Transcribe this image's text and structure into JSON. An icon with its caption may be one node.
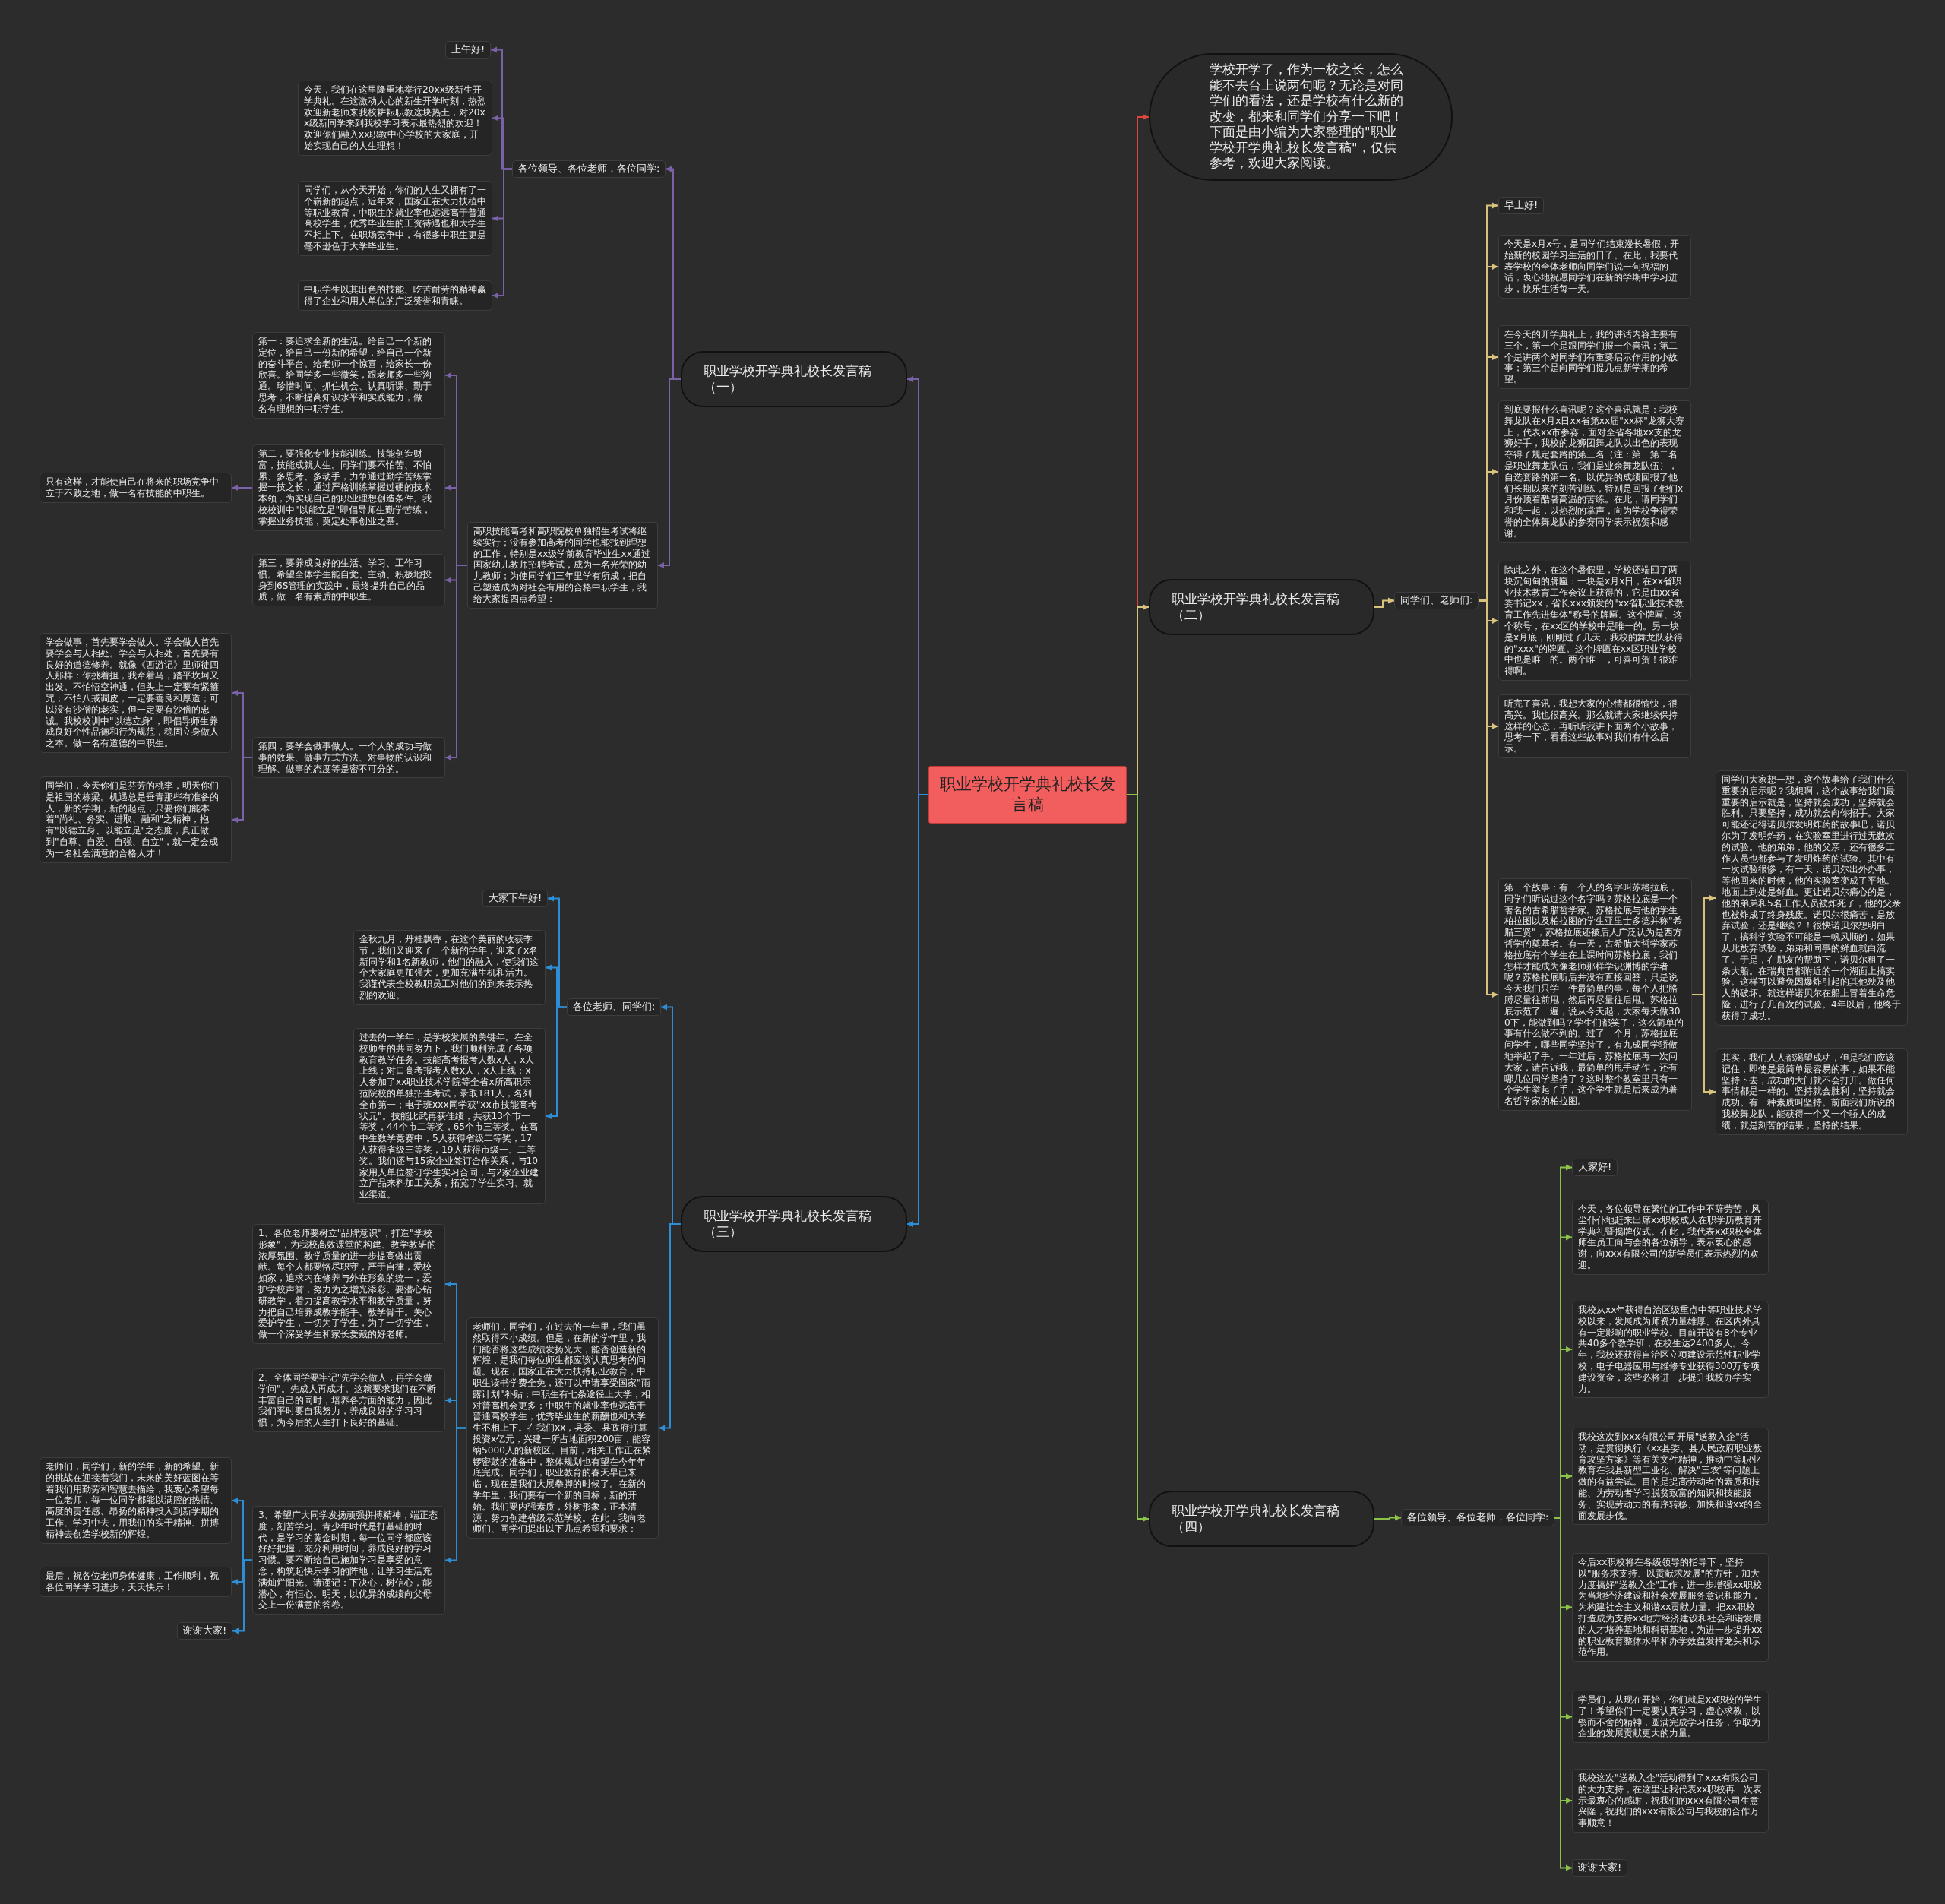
{
  "diagram": {
    "nodes": [
      {
        "text": [
          "职业学校开学典礼校长发言稿"
        ]
      },
      {
        "text": [
          "学校开学了，作为一校之长，怎么能不去台上说两句呢？无论是对同学们的看法，还是学校有什么新的改变，都来和同学们分享一下吧！下面是由小编为大家整理的\"职业学校开学典礼校长发言稿\"，仅供参考，欢迎大家阅读。"
        ]
      },
      {
        "text": [
          "职业学校开学典礼校长发言稿（一）"
        ]
      },
      {
        "text": [
          "各位领导、各位老师，各位同学:"
        ]
      },
      {
        "text": [
          "上午好!"
        ]
      },
      {
        "text": [
          "今天，我们在这里隆重地举行20xx级新生开学典礼。在这激动人心的新生开学时刻，热烈欢迎新老师来我校耕耘职教这块热土，对20xx级新同学来到我校学习表示最热烈的欢迎！欢迎你们融入xx职教中心学校的大家庭，开始实现自己的人生理想！"
        ]
      },
      {
        "text": [
          "同学们，从今天开始，你们的人生又拥有了一个崭新的起点，近年来，国家正在大力扶植中等职业教育，中职生的就业率也远远高于普通高校学生，优秀毕业生的工资待遇也和大学生不相上下。在职场竞争中，有很多中职生更是毫不逊色于大学毕业生。"
        ]
      },
      {
        "text": [
          "中职学生以其出色的技能、吃苦耐劳的精神赢得了企业和用人单位的广泛赞誉和青睐。"
        ]
      },
      {
        "text": [
          "高职技能高考和高职院校单独招生考试将继续实行；没有参加高考的同学也能找到理想的工作，特别是xx级学前教育毕业生xx通过国家幼儿教师招聘考试，成为一名光荣的幼儿教师；为使同学们三年里学有所成，把自己塑造成为对社会有用的合格中职学生，我给大家提四点希望："
        ]
      },
      {
        "text": [
          "第一：要追求全新的生活。给自己一个新的定位，给自己一份新的希望，给自己一个新的奋斗平台。给老师一个惊喜，给家长一份欣喜。给同学多一些微笑，跟老师多一些沟通。珍惜时间、抓住机会、认真听课、勤于思考，不断提高知识水平和实践能力，做一名有理想的中职学生。"
        ]
      },
      {
        "text": [
          "第二，要强化专业技能训练。技能创造财富，技能成就人生。同学们要不怕苦、不怕累、多思考、多动手，力争通过勤学苦练掌握一技之长，通过严格训练掌握过硬的技术本领，为实现自己的职业理想创造条件。我校校训中\"以能立足\"即倡导师生勤学苦练，掌握业务技能，奠定处事创业之基。"
        ]
      },
      {
        "text": [
          "只有这样，才能使自己在将来的职场竞争中立于不败之地，做一名有技能的中职生。"
        ]
      },
      {
        "text": [
          "第三，要养成良好的生活、学习、工作习惯。希望全体学生能自觉、主动、积极地投身到6S管理的实践中，最终提升自己的品质，做一名有素质的中职生。"
        ]
      },
      {
        "text": [
          "第四，要学会做事做人。一个人的成功与做事的效果、做事方式方法、对事物的认识和理解、做事的态度等是密不可分的。"
        ]
      },
      {
        "text": [
          "学会做事，首先要学会做人。学会做人首先要学会与人相处。学会与人相处，首先要有良好的道德修养。就像《西游记》里师徒四人那样：你挑着担，我牵着马，踏平坎坷又出发。不怕悟空神通，但头上一定要有紧箍咒；不怕八戒调皮，一定要善良和厚道；可以没有沙僧的老实，但一定要有沙僧的忠诚。我校校训中\"以德立身\"，即倡导师生养成良好个性品德和行为规范，稳固立身做人之本。做一名有道德的中职生。"
        ]
      },
      {
        "text": [
          "同学们，今天你们是芬芳的桃李，明天你们是祖国的栋梁。机遇总是垂青那些有准备的人，新的学期，新的起点，只要你们能本着\"尚礼、务实、进取、融和\"之精神，抱有\"以德立身、以能立足\"之态度，真正做到\"自尊、自爱、自强、自立\"，就一定会成为一名社会满意的合格人才！"
        ]
      },
      {
        "text": [
          "职业学校开学典礼校长发言稿（三）"
        ]
      },
      {
        "text": [
          "各位老师、同学们:"
        ]
      },
      {
        "text": [
          "大家下午好!"
        ]
      },
      {
        "text": [
          "金秋九月，丹桂飘香，在这个美丽的收获季节，我们又迎来了一个新的学年，迎来了x名新同学和1名新教师，他们的融入，使我们这个大家庭更加强大，更加充满生机和活力。我谨代表全校教职员工对他们的到来表示热烈的欢迎。"
        ]
      },
      {
        "text": [
          "过去的一学年，是学校发展的关键年。在全校师生的共同努力下，我们顺利完成了各项教育教学任务。技能高考报考人数x人，x人上线；对口高考报考人数x人，x人上线；x人参加了xx职业技术学院等全省x所高职示范院校的单独招生考试，录取181人，名列全市第一；电子班xxx同学获\"xx市技能高考状元\"。技能比武再获佳绩，共获13个市一等奖，44个市二等奖，65个市三等奖。在高中生数学竞赛中，5人获得省级二等奖，17人获得省级三等奖，19人获得市级一、二等奖。我们还与15家企业签订合作关系，与10家用人单位签订学生实习合同，与2家企业建立产品来料加工关系，拓宽了学生实习、就业渠道。"
        ]
      },
      {
        "text": [
          "老师们，同学们，在过去的一年里，我们虽然取得不小成绩。但是，在新的学年里，我们能否将这些成绩发扬光大，能否创造新的辉煌，是我们每位师生都应该认真思考的问题。现在，国家正在大力扶持职业教育，中职生读书学费全免，还可以申请享受国家\"雨露计划\"补贴；中职生有七条途径上大学，相对普高机会更多；中职生的就业率也远高于普通高校学生，优秀毕业生的薪酬也和大学生不相上下。在我们xx，县委、县政府打算投资x亿元，兴建一所占地面积200亩，能容纳5000人的新校区。目前，相关工作正在紧锣密鼓的准备中，整体规划也有望在今年年底完成。同学们，职业教育的春天早已来临，现在是我们大展拳脚的时候了。在新的学年里，我们要有一个新的目标，新的开始。我们要内强素质，外树形象，正本清源，努力创建省级示范学校。在此，我向老师们、同学们提出以下几点希望和要求："
        ]
      },
      {
        "text": [
          "1、各位老师要树立\"品牌意识\"，打造\"学校形象\"，为我校高效课堂的构建、教学教研的浓厚氛围、教学质量的进一步提高做出贡献。每个人都要恪尽职守，严于自律，爱校如家，追求内在修养与外在形象的统一，爱护学校声誉，努力为之增光添彩。要潜心钻研教学，着力提高教学水平和教学质量，努力把自己培养成教学能手、教学骨干。关心爱护学生，一切为了学生，为了一切学生，做一个深受学生和家长爱戴的好老师。"
        ]
      },
      {
        "text": [
          "2、全体同学要牢记\"先学会做人，再学会做学问\"。先成人再成才。这就要求我们在不断丰富自己的同时，培养各方面的能力，因此我们平时要自我努力，养成良好的学习习惯，为今后的人生打下良好的基础。"
        ]
      },
      {
        "text": [
          "3、希望广大同学发扬顽强拼搏精神，端正态度，刻苦学习。青少年时代是打基础的时代，是学习的黄金时期，每一位同学都应该好好把握，充分利用时间，养成良好的学习习惯。要不断给自己施加学习是享受的意念，构筑起快乐学习的阵地，让学习生活充满灿烂阳光。请谨记：下决心，树信心，能潜心，有恒心。明天，以优异的成绩向父母交上一份满意的答卷。"
        ]
      },
      {
        "text": [
          "老师们，同学们，新的学年，新的希望、新的挑战在迎接着我们，未来的美好蓝图在等着我们用勤劳和智慧去描绘，我衷心希望每一位老师，每一位同学都能以满腔的热情、高度的责任感、昂扬的精神投入到新学期的工作、学习中去，用我们的实干精神、拼搏精神去创造学校新的辉煌。"
        ]
      },
      {
        "text": [
          "最后，祝各位老师身体健康，工作顺利，祝各位同学学习进步，天天快乐！"
        ]
      },
      {
        "text": [
          "谢谢大家!"
        ]
      },
      {
        "text": [
          "职业学校开学典礼校长发言稿（二）"
        ]
      },
      {
        "text": [
          "同学们、老师们:"
        ]
      },
      {
        "text": [
          "早上好!"
        ]
      },
      {
        "text": [
          "今天是x月x号，是同学们结束漫长暑假，开始新的校园学习生活的日子。在此，我要代表学校的全体老师向同学们说一句祝福的话，衷心地祝愿同学们在新的学期中学习进步，快乐生活每一天。"
        ]
      },
      {
        "text": [
          "在今天的开学典礼上，我的讲话内容主要有三个，第一个是跟同学们报一个喜讯；第二个是讲两个对同学们有重要启示作用的小故事；第三个是向同学们提几点新学期的希望。"
        ]
      },
      {
        "text": [
          "到底要报什么喜讯呢？这个喜讯就是：我校舞龙队在x月x日xx省第xx届\"xx杯\"龙狮大赛上，代表xx市参赛，面对全省各地xx支的龙狮好手，我校的龙狮团舞龙队以出色的表现夺得了规定套路的第三名（注：第一第二名是职业舞龙队伍，我们是业余舞龙队伍），自选套路的第一名。以优异的成绩回报了他们长期以来的刻苦训练，特别是回报了他们x月份顶着酷暑高温的苦练。在此，请同学们和我一起，以热烈的掌声，向为学校争得荣誉的全体舞龙队的参赛同学表示祝贺和感谢。"
        ]
      },
      {
        "text": [
          "除此之外，在这个暑假里，学校还端回了两块沉甸甸的牌匾：一块是x月x日，在xx省职业技术教育工作会议上获得的，它是由xx省委书记xx，省长xxx颁发的\"xx省职业技术教育工作先进集体\"称号的牌匾。这个牌匾、这个称号，在xx区的学校中是唯一的。另一块是x月底，刚刚过了几天，我校的舞龙队获得的\"xxx\"的牌匾。这个牌匾在xx区职业学校中也是唯一的。两个唯一，可喜可贺！很难得啊。"
        ]
      },
      {
        "text": [
          "听完了喜讯，我想大家的心情都很愉快，很高兴。我也很高兴。那么就请大家继续保持这样的心态，再听听我讲下面两个小故事，思考一下，看看这些故事对我们有什么启示。"
        ]
      },
      {
        "text": [
          "第一个故事：有一个人的名字叫苏格拉底，同学们听说过这个名字吗？苏格拉底是一个著名的古希腊哲学家。苏格拉底与他的学生柏拉图以及柏拉图的学生亚里士多德并称\"希腊三贤\"，苏格拉底还被后人广泛认为是西方哲学的奠基者。有一天，古希腊大哲学家苏格拉底有个学生在上课时间苏格拉底，我们怎样才能成为像老师那样学识渊博的学者呢？苏格拉底听后并没有直接回答，只是说今天我们只学一件最简单的事，每个人把胳膊尽量往前甩，然后再尽量往后甩。苏格拉底示范了一遍，说从今天起，大家每天做300下，能做到吗？学生们都笑了，这么简单的事有什么做不到的。过了一个月，苏格拉底问学生，哪些同学坚持了，有九成同学骄傲地举起了手。一年过后，苏格拉底再一次问大家，请告诉我，最简单的甩手动作，还有哪几位同学坚持了？这时整个教室里只有一个学生举起了手，这个学生就是后来成为著名哲学家的柏拉图。"
        ]
      },
      {
        "text": [
          "同学们大家想一想，这个故事给了我们什么重要的启示呢？我想啊，这个故事给我们最重要的启示就是，坚持就会成功，坚持就会胜利。只要坚持，成功就会向你招手。大家可能还记得诺贝尔发明炸药的故事吧，诺贝尔为了发明炸药，在实验室里进行过无数次的试验。他的弟弟，他的父亲，还有很多工作人员也都参与了发明炸药的试验。其中有一次试验很惨，有一天，诺贝尔出外办事，等他回来的时候，他的实验室变成了平地。地面上到处是鲜血。更让诺贝尔痛心的是，他的弟弟和5名工作人员被炸死了，他的父亲也被炸成了终身残废。诺贝尔很痛苦，是放弃试验，还是继续？！很快诺贝尔想明白了，搞科学实验不可能是一帆风顺的，如果从此放弃试验，弟弟和同事的鲜血就白流了。于是，在朋友的帮助下，诺贝尔租了一条大船。在瑞典首都附近的一个湖面上搞实验。这样可以避免因爆炸引起的其他殃及他人的破坏。就这样诺贝尔在船上冒着生命危险，进行了几百次的试验。4年以后，他终于获得了成功。"
        ]
      },
      {
        "text": [
          "其实，我们人人都渴望成功，但是我们应该记住，即使是最简单最容易的事，如果不能坚持下去，成功的大门就不会打开。做任何事情都是一样的。坚持就会胜利，坚持就会成功。有一种素质叫坚持。前面我们所说的我校舞龙队，能获得一个又一个骄人的成绩，就是刻苦的结果，坚持的结果。"
        ]
      },
      {
        "text": [
          "职业学校开学典礼校长发言稿（四）"
        ]
      },
      {
        "text": [
          "各位领导、各位老师，各位同学:"
        ]
      },
      {
        "text": [
          "大家好!"
        ]
      },
      {
        "text": [
          "今天，各位领导在繁忙的工作中不辞劳苦，风尘仆仆地赶来出席xx职校成人在职学历教育开学典礼暨揭牌仪式。在此，我代表xx职校全体师生员工向与会的各位领导，表示衷心的感谢，向xxx有限公司的新学员们表示热烈的欢迎。"
        ]
      },
      {
        "text": [
          "我校从xx年获得自治区级重点中等职业技术学校以来，发展成为师资力量雄厚、在区内外具有一定影响的职业学校。目前开设有8个专业共40多个教学班，在校生达2400多人。今年，我校还获得自治区立项建设示范性职业学校，电子电器应用与维修专业获得300万专项建设资金，这些必将进一步提升我校办学实力。"
        ]
      },
      {
        "text": [
          "我校这次到xxx有限公司开展\"送教入企\"活动，是贯彻执行《xx县委、县人民政府职业教育攻坚方案》等有关文件精神，推动中等职业教育在我县新型工业化、解决\"三农\"等问题上做的有益尝试。目的是提高劳动者的素质和技能、为劳动者学习脱贫致富的知识和技能服务、实现劳动力的有序转移、加快和谐xx的全面发展步伐。"
        ]
      },
      {
        "text": [
          "今后xx职校将在各级领导的指导下，坚持以\"服务求支持、以贡献求发展\"的方针，加大力度搞好\"送教入企\"工作，进一步增强xx职校为当地经济建设和社会发展服务意识和能力，为构建社会主义和谐xx贡献力量。把xx职校打造成为支持xx地方经济建设和社会和谐发展的人才培养基地和科研基地，为进一步提升xx的职业教育整体水平和办学效益发挥龙头和示范作用。"
        ]
      },
      {
        "text": [
          "学员们，从现在开始，你们就是xx职校的学生了！希望你们一定要认真学习，虚心求教，以锲而不舍的精神，圆满完成学习任务，争取为企业的发展贡献更大的力量。"
        ]
      },
      {
        "text": [
          "我校这次\"送教入企\"活动得到了xxx有限公司的大力支持，在这里让我代表xx职校再一次表示最衷心的感谢，祝我们的xxx有限公司生意兴隆，祝我们的xxx有限公司与我校的合作万事顺意！"
        ]
      },
      {
        "text": [
          "谢谢大家!"
        ]
      }
    ],
    "edges": [
      {
        "from": 0,
        "to": 1,
        "arrow": "to",
        "color": "#e0453d"
      },
      {
        "from": 0,
        "to": 2,
        "arrow": "to",
        "color": "#7a62a8"
      },
      {
        "from": 2,
        "to": 3,
        "arrow": "to",
        "color": "#7a62a8"
      },
      {
        "from": 3,
        "to": 4,
        "arrow": "to",
        "color": "#7a62a8"
      },
      {
        "from": 3,
        "to": 5,
        "arrow": "to",
        "color": "#7a62a8"
      },
      {
        "from": 3,
        "to": 6,
        "arrow": "to",
        "color": "#7a62a8"
      },
      {
        "from": 3,
        "to": 7,
        "arrow": "to",
        "color": "#7a62a8"
      },
      {
        "from": 2,
        "to": 8,
        "arrow": "to",
        "color": "#7a62a8"
      },
      {
        "from": 8,
        "to": 9,
        "arrow": "to",
        "color": "#7a62a8"
      },
      {
        "from": 8,
        "to": 10,
        "arrow": "to",
        "color": "#7a62a8"
      },
      {
        "from": 10,
        "to": 11,
        "arrow": "to",
        "color": "#7a62a8"
      },
      {
        "from": 8,
        "to": 12,
        "arrow": "to",
        "color": "#7a62a8"
      },
      {
        "from": 8,
        "to": 13,
        "arrow": "to",
        "color": "#7a62a8"
      },
      {
        "from": 13,
        "to": 14,
        "arrow": "to",
        "color": "#7a62a8"
      },
      {
        "from": 13,
        "to": 15,
        "arrow": "to",
        "color": "#7a62a8"
      },
      {
        "from": 0,
        "to": 16,
        "arrow": "to",
        "color": "#2d8ed6"
      },
      {
        "from": 16,
        "to": 17,
        "arrow": "to",
        "color": "#2d8ed6"
      },
      {
        "from": 17,
        "to": 18,
        "arrow": "to",
        "color": "#2d8ed6"
      },
      {
        "from": 17,
        "to": 19,
        "arrow": "to",
        "color": "#2d8ed6"
      },
      {
        "from": 17,
        "to": 20,
        "arrow": "to",
        "color": "#2d8ed6"
      },
      {
        "from": 16,
        "to": 21,
        "arrow": "to",
        "color": "#2d8ed6"
      },
      {
        "from": 21,
        "to": 22,
        "arrow": "to",
        "color": "#2d8ed6"
      },
      {
        "from": 21,
        "to": 23,
        "arrow": "to",
        "color": "#2d8ed6"
      },
      {
        "from": 21,
        "to": 24,
        "arrow": "to",
        "color": "#2d8ed6"
      },
      {
        "from": 24,
        "to": 25,
        "arrow": "to",
        "color": "#2d8ed6"
      },
      {
        "from": 24,
        "to": 26,
        "arrow": "to",
        "color": "#2d8ed6"
      },
      {
        "from": 24,
        "to": 27,
        "arrow": "to",
        "color": "#2d8ed6"
      },
      {
        "from": 0,
        "to": 28,
        "arrow": "to",
        "color": "#d9c27c"
      },
      {
        "from": 28,
        "to": 29,
        "arrow": "to",
        "color": "#d9c27c"
      },
      {
        "from": 29,
        "to": 30,
        "arrow": "to",
        "color": "#d9c27c"
      },
      {
        "from": 29,
        "to": 31,
        "arrow": "to",
        "color": "#d9c27c"
      },
      {
        "from": 29,
        "to": 32,
        "arrow": "to",
        "color": "#d9c27c"
      },
      {
        "from": 29,
        "to": 33,
        "arrow": "to",
        "color": "#d9c27c"
      },
      {
        "from": 29,
        "to": 34,
        "arrow": "to",
        "color": "#d9c27c"
      },
      {
        "from": 29,
        "to": 35,
        "arrow": "to",
        "color": "#d9c27c"
      },
      {
        "from": 29,
        "to": 36,
        "arrow": "to",
        "color": "#d9c27c"
      },
      {
        "from": 36,
        "to": 37,
        "arrow": "to",
        "color": "#d9c27c"
      },
      {
        "from": 36,
        "to": 38,
        "arrow": "to",
        "color": "#d9c27c"
      },
      {
        "from": 0,
        "to": 39,
        "arrow": "to",
        "color": "#8bc34a"
      },
      {
        "from": 39,
        "to": 40,
        "arrow": "to",
        "color": "#8bc34a"
      },
      {
        "from": 40,
        "to": 41,
        "arrow": "to",
        "color": "#8bc34a"
      },
      {
        "from": 40,
        "to": 42,
        "arrow": "to",
        "color": "#8bc34a"
      },
      {
        "from": 40,
        "to": 43,
        "arrow": "to",
        "color": "#8bc34a"
      },
      {
        "from": 40,
        "to": 44,
        "arrow": "to",
        "color": "#8bc34a"
      },
      {
        "from": 40,
        "to": 45,
        "arrow": "to",
        "color": "#8bc34a"
      },
      {
        "from": 40,
        "to": 46,
        "arrow": "to",
        "color": "#8bc34a"
      },
      {
        "from": 40,
        "to": 47,
        "arrow": "to",
        "color": "#8bc34a"
      },
      {
        "from": 40,
        "to": 48,
        "arrow": "to",
        "color": "#8bc34a"
      }
    ]
  }
}
